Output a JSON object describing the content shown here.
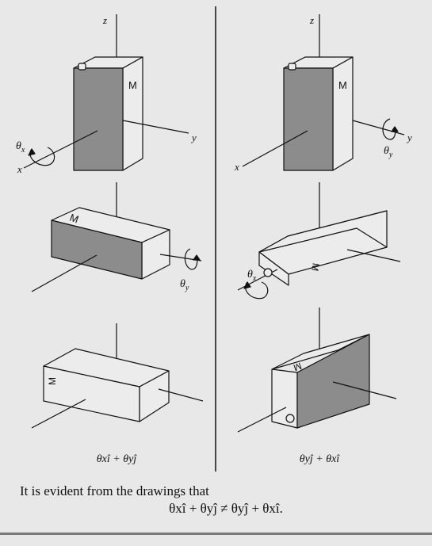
{
  "labels": {
    "axis_z": "z",
    "axis_y": "y",
    "axis_x": "x",
    "mark_M": "M",
    "theta_x": "θ",
    "theta_x_sub": "x",
    "theta_y": "θ",
    "theta_y_sub": "y"
  },
  "sequences": {
    "left": "θxî + θyĵ",
    "right": "θyĵ + θxî"
  },
  "caption": {
    "line1": "It is evident from the drawings that",
    "line2": "θxî + θyĵ ≠ θyĵ + θxî."
  },
  "colors": {
    "shaded_face": "#8c8c8c",
    "background": "#e8e8e8",
    "box_face": "#ececec",
    "ink": "#111111"
  }
}
